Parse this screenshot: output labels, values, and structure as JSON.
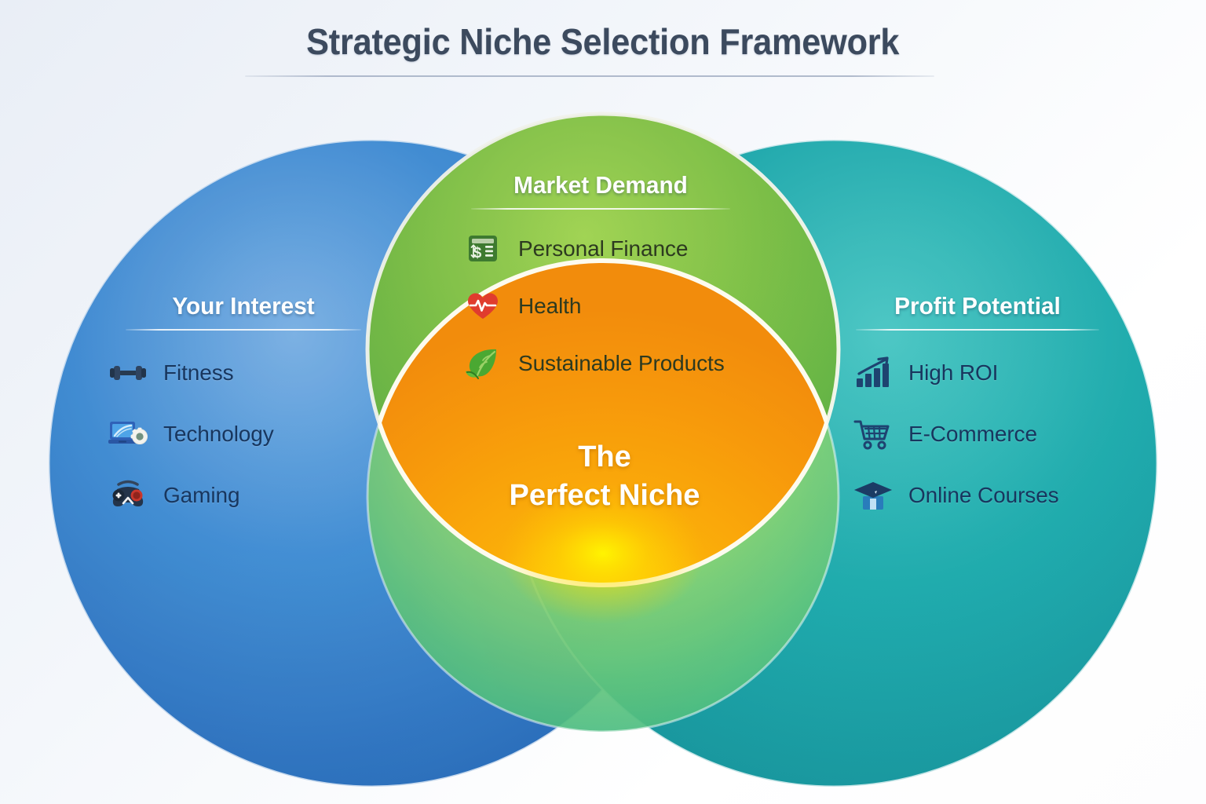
{
  "header": {
    "title": "Strategic Niche Selection Framework"
  },
  "diagram": {
    "type": "venn",
    "center": {
      "line1": "The",
      "line2": "Perfect Niche",
      "fill_color": "#F59B0B",
      "glow_color": "#FFE000"
    },
    "circles": [
      {
        "id": "your-interest",
        "title": "Your Interest",
        "color": "#2f7fce",
        "position": "left",
        "items": [
          {
            "label": "Fitness",
            "icon": "dumbbell-icon"
          },
          {
            "label": "Technology",
            "icon": "laptop-gear-icon"
          },
          {
            "label": "Gaming",
            "icon": "gamepad-icon"
          }
        ]
      },
      {
        "id": "market-demand",
        "title": "Market Demand",
        "color": "#79c043",
        "position": "top",
        "items": [
          {
            "label": "Personal Finance",
            "icon": "calculator-icon"
          },
          {
            "label": "Health",
            "icon": "heart-pulse-icon"
          },
          {
            "label": "Sustainable Products",
            "icon": "leaf-icon"
          }
        ]
      },
      {
        "id": "profit-potential",
        "title": "Profit Potential",
        "color": "#17a8a8",
        "position": "right",
        "items": [
          {
            "label": "High ROI",
            "icon": "bar-chart-arrow-icon"
          },
          {
            "label": "E-Commerce",
            "icon": "shopping-cart-icon"
          },
          {
            "label": "Online Courses",
            "icon": "graduation-cap-icon"
          }
        ]
      }
    ]
  }
}
